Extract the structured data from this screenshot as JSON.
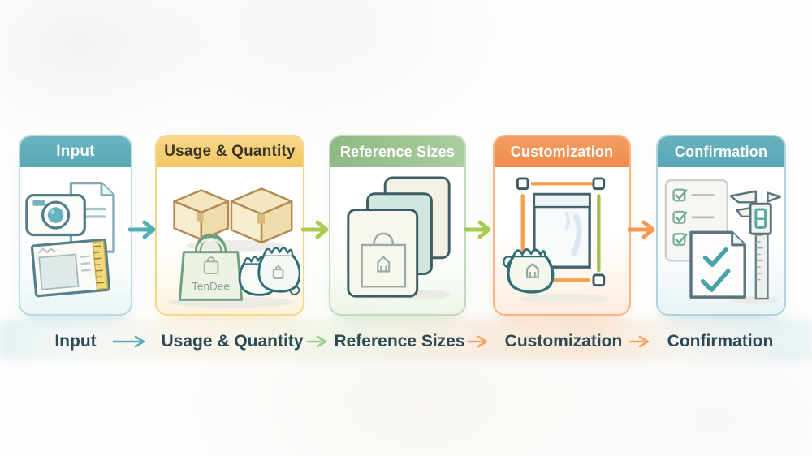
{
  "title": "Five-step bag ordering process diagram",
  "steps": [
    {
      "label": "Input",
      "header_bg": "#61ADBA",
      "header_text_color": "#FFFFFF",
      "border_color": "#B9DAE0",
      "icons": [
        "camera-icon",
        "document-icon",
        "photo-ruler-card-icon"
      ]
    },
    {
      "label": "Usage & Quantity",
      "header_bg": "#F5CE74",
      "header_text_color": "#3B3629",
      "border_color": "#F5D58A",
      "bag_brand": "TenDee",
      "icons": [
        "cardboard-box-icon",
        "cardboard-box-icon",
        "tote-bag-icon",
        "drawstring-pouch-icon",
        "drawstring-pouch-icon"
      ]
    },
    {
      "label": "Reference Sizes",
      "header_bg": "#9BC08E",
      "header_text_color": "#FFFFFF",
      "border_color": "#C2DAB9",
      "icons": [
        "stacked-size-cards-icon",
        "bag-outline-icon"
      ]
    },
    {
      "label": "Customization",
      "header_bg": "#F2955A",
      "header_text_color": "#FFFFFF",
      "border_color": "#F5B586",
      "icons": [
        "selection-handles-icon",
        "poly-bag-icon",
        "drawstring-pouch-icon"
      ]
    },
    {
      "label": "Confirmation",
      "header_bg": "#5FACBB",
      "header_text_color": "#FFFFFF",
      "border_color": "#AFD3DC",
      "icons": [
        "checklist-icon",
        "approved-document-icon",
        "caliper-icon"
      ]
    }
  ],
  "card_arrows": [
    {
      "color": "#4FAFB6"
    },
    {
      "color": "#A9CB52"
    },
    {
      "color": "#A9CB52"
    },
    {
      "color": "#F59B51"
    }
  ],
  "footer": {
    "text_color": "#2C4A55",
    "arrow_colors": [
      "#55ADB6",
      "#9CCB8F",
      "#F2A45F",
      "#F2A45F"
    ]
  }
}
